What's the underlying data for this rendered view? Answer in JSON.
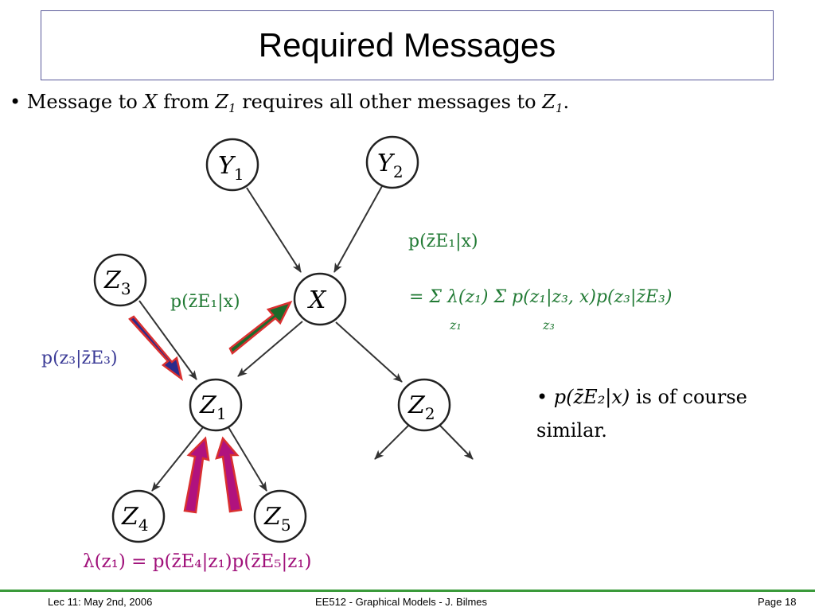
{
  "slide": {
    "title": "Required Messages"
  },
  "bullet": {
    "symbol": "•",
    "text_1": "Message to",
    "x": "X",
    "text_2": "from",
    "z1_main": "Z",
    "z1_sub": "1",
    "text_3": "requires all other messages to",
    "z1b_main": "Z",
    "z1b_sub": "1",
    "end": "."
  },
  "graph": {
    "nodes": [
      {
        "id": "Y1",
        "main": "Y",
        "sub": "1"
      },
      {
        "id": "Y2",
        "main": "Y",
        "sub": "2"
      },
      {
        "id": "Z3",
        "main": "Z",
        "sub": "3"
      },
      {
        "id": "X",
        "main": "X",
        "sub": ""
      },
      {
        "id": "Z1",
        "main": "Z",
        "sub": "1"
      },
      {
        "id": "Z2",
        "main": "Z",
        "sub": "2"
      },
      {
        "id": "Z4",
        "main": "Z",
        "sub": "4"
      },
      {
        "id": "Z5",
        "main": "Z",
        "sub": "5"
      }
    ],
    "colors": {
      "green_arrow": "#1b6b2a",
      "blue_arrow": "#2b2b8c",
      "magenta_arrow": "#b0127e",
      "arrow_outline": "#d93030",
      "green_text": "#217a34",
      "blue_text": "#3a3a96",
      "magenta_text": "#a0107a"
    }
  },
  "labels": {
    "green_msg": "p(z̄E₁|x)",
    "blue_msg": "p(z₃|z̄E₃)",
    "lambda_eq": "λ(z₁) = p(z̄E₄|z₁)p(z̄E₅|z₁)",
    "formula_lhs": "p(z̄E₁|x)",
    "formula_rhs": "= Σ λ(z₁) Σ p(z₁|z₃, x)p(z₃|z̄E₃)",
    "sum1_index": "z₁",
    "sum2_index": "z₃"
  },
  "note": {
    "bullet": "•",
    "math": "p(z̄E₂|x)",
    "text": "is of course similar."
  },
  "footer": {
    "left": "Lec 11: May 2nd, 2006",
    "center": "EE512 - Graphical Models - J. Bilmes",
    "right": "Page 18"
  }
}
